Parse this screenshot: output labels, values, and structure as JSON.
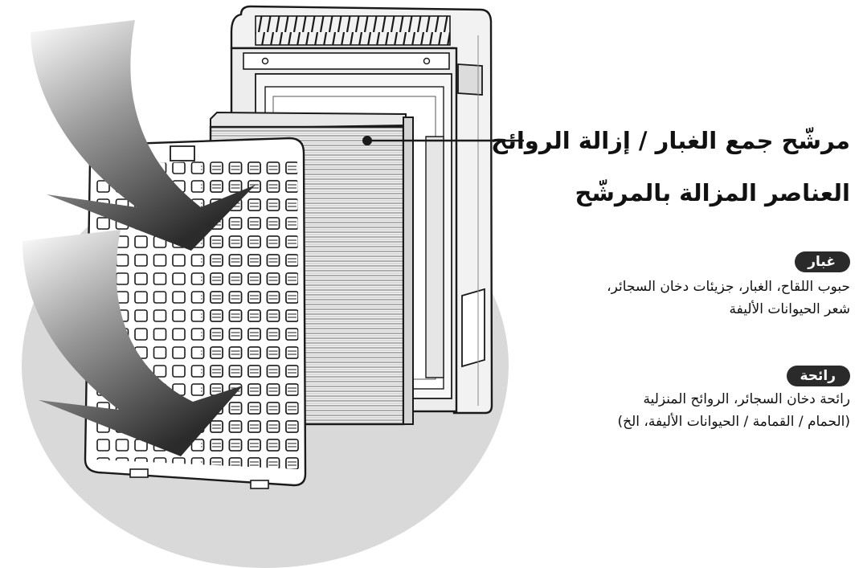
{
  "labels": {
    "filter_name": "مرشّح جمع الغبار / إزالة الروائح",
    "removed_items_heading": "العناصر المزالة بالمرشّح"
  },
  "categories": [
    {
      "tag": "غبار",
      "text": "حبوب اللقاح، الغبار، جزيئات دخان السجائر، شعر الحيوانات الأليفة"
    },
    {
      "tag": "رائحة",
      "text": "رائحة دخان السجائر، الروائح المنزلية (الحمام / القمامة / الحيوانات الأليفة، الخ)"
    }
  ],
  "colors": {
    "circle": "#d9d9d9",
    "badge": "#2a2a2a",
    "line": "#1a1a1a"
  },
  "icons": [
    "airflow-arrow",
    "filter-pointer-dot"
  ]
}
